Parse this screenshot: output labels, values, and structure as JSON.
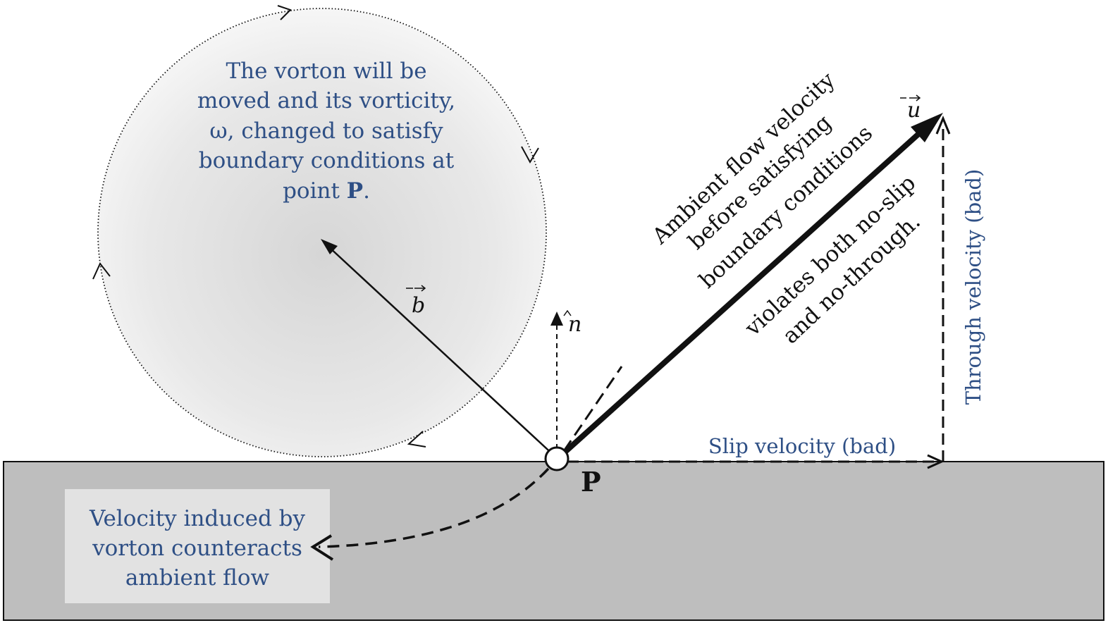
{
  "vorton_note": {
    "line1": "The vorton will be",
    "line2": "moved and its vorticity,",
    "line3": "ω, changed to satisfy",
    "line4": "boundary conditions at",
    "line5_pre": "point ",
    "line5_bold": "P",
    "line5_post": "."
  },
  "ambient_note": {
    "line1": "Ambient flow velocity",
    "line2": "before satisfying",
    "line3": "boundary conditions"
  },
  "violates_note": {
    "line1": "violates both no-slip",
    "line2": "and no-through."
  },
  "induced_note": {
    "line1": "Velocity induced by",
    "line2": "vorton counteracts",
    "line3": "ambient flow"
  },
  "labels": {
    "slip": "Slip velocity (bad)",
    "through": "Through velocity (bad)",
    "point": "P",
    "vec_b": "b",
    "vec_u": "u",
    "vec_n": "n"
  },
  "colors": {
    "text_blue": "#2e4f85",
    "wall": "#bebebe",
    "note_box": "#e2e2e2"
  }
}
